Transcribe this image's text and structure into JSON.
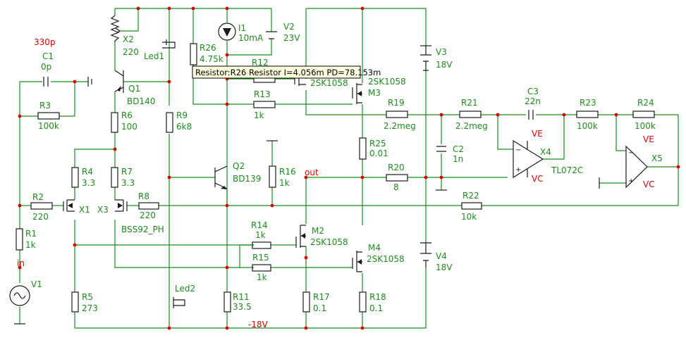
{
  "labels": {
    "C1_alt": "330p",
    "C1": "C1",
    "C1_val": "0p",
    "R3": "R3",
    "R3_val": "100k",
    "R2": "R2",
    "R2_val": "220",
    "R1": "R1",
    "R1_val": "1k",
    "in": "in",
    "V1": "V1",
    "X2": "X2",
    "X2_val": "220",
    "Led1": "Led1",
    "Q1": "Q1",
    "Q1_val": "BD140",
    "R6": "R6",
    "R6_val": "100",
    "R9": "R9",
    "R9_val": "6k8",
    "R4": "R4",
    "R4_val": "3.3",
    "R7": "R7",
    "R7_val": "3.3",
    "X1": "X1",
    "X3": "X3",
    "R8": "R8",
    "R8_val": "220",
    "BSS92": "BSS92_PH",
    "R5": "R5",
    "R5_val": "273",
    "Led2": "Led2",
    "R26": "R26",
    "R26_val": "4.75k",
    "I1": "I1",
    "I1_val": "10mA",
    "V2": "V2",
    "V2_val": "23V",
    "R12": "R12",
    "M1_part": "2SK1058",
    "R13": "R13",
    "R13_val": "1k",
    "M3": "M3",
    "M3_part": "2SK1058",
    "Q2": "Q2",
    "Q2_val": "BD139",
    "R16": "R16",
    "R16_val": "1k",
    "out": "out",
    "R25": "R25",
    "R25_val": "0.01",
    "R20": "R20",
    "R20_val": "8",
    "R14": "R14",
    "R14_val": "1k",
    "M2": "M2",
    "M2_part": "2SK1058",
    "R15": "R15",
    "R15_val": "1k",
    "M4": "M4",
    "M4_part": "2SK1058",
    "R11": "R11",
    "R11_val": "33.5",
    "R17": "R17",
    "R17_val": "0.1",
    "R18": "R18",
    "R18_val": "0.1",
    "minus18": "-18V",
    "V3": "V3",
    "V3_val": "18V",
    "V4": "V4",
    "V4_val": "18V",
    "R19": "R19",
    "R19_val": "2.2meg",
    "R21": "R21",
    "R21_val": "2.2meg",
    "C2": "C2",
    "C2_val": "1n",
    "C3": "C3",
    "C3_val": "22n",
    "R23": "R23",
    "R23_val": "100k",
    "R24": "R24",
    "R24_val": "100k",
    "R22": "R22",
    "R22_val": "10k",
    "X4": "X4",
    "X4_part": "TL072C",
    "X5": "X5",
    "VE": "VE",
    "VC": "VC"
  },
  "tooltip": {
    "text": "Resistor:R26 Resistor  I=4.056m PD=78.153m"
  },
  "colors": {
    "wire": "#1e8c1e",
    "component": "#1a1a1a",
    "node": "#d40000",
    "net_label": "#e00000",
    "tooltip_bg": "#ffffe1"
  }
}
